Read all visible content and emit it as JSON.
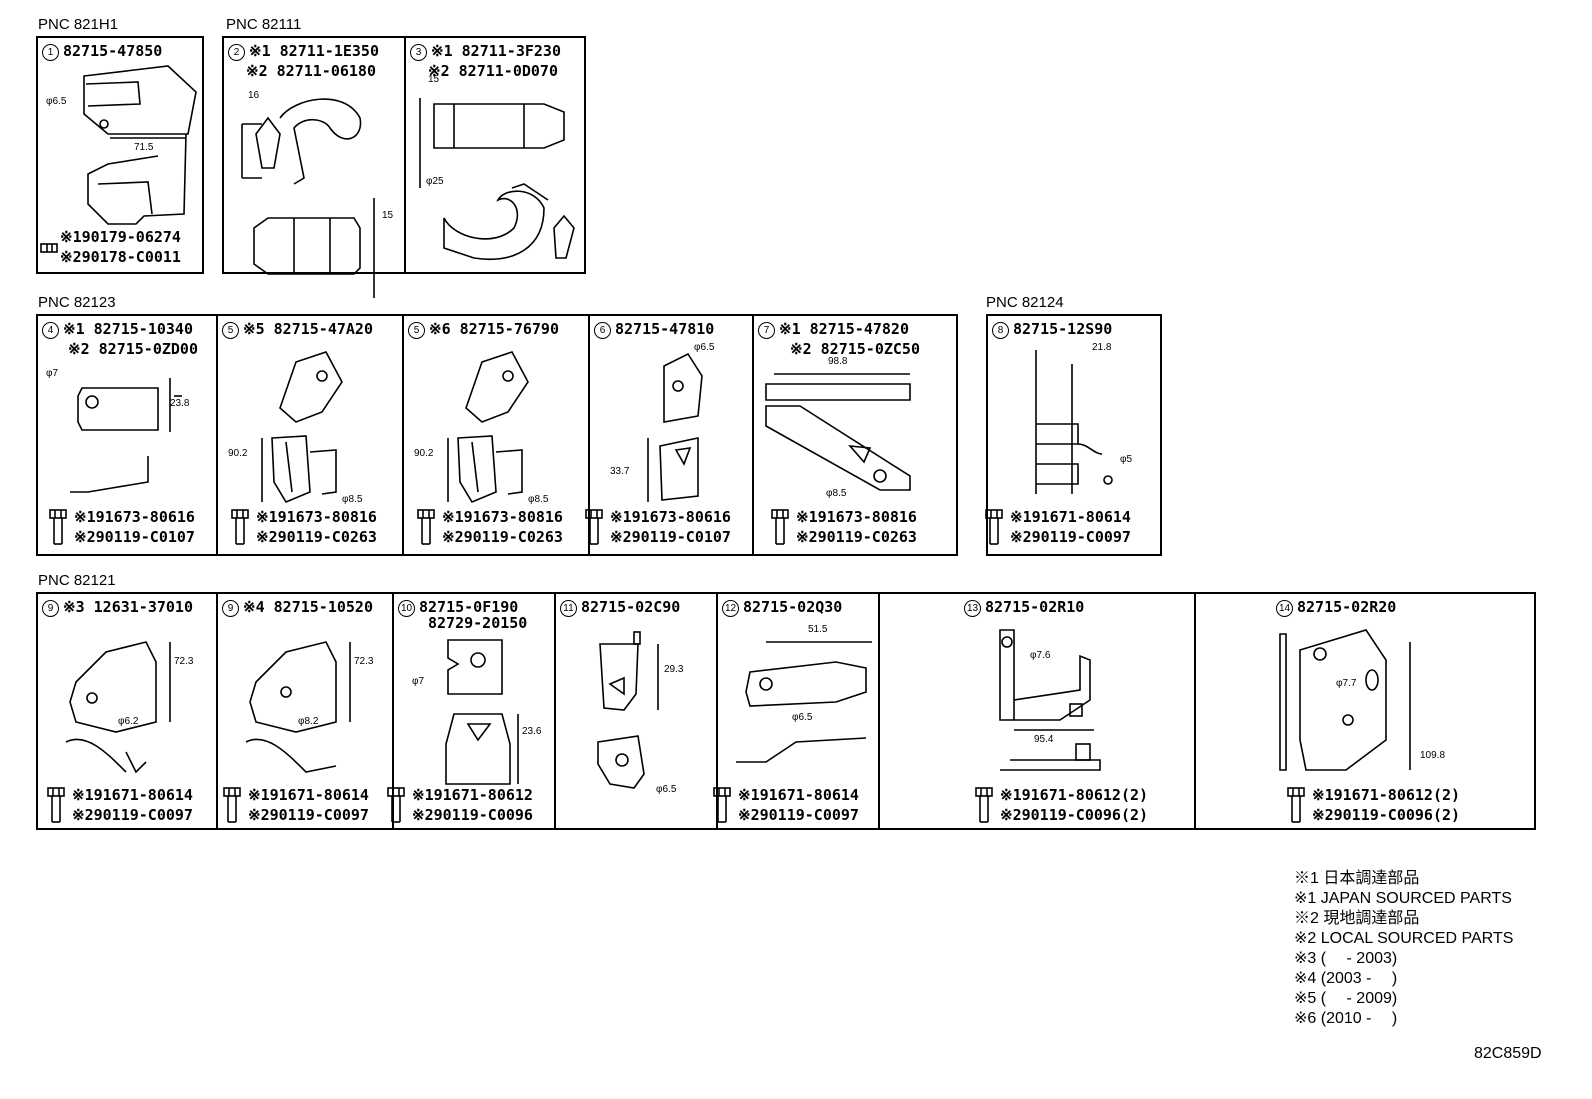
{
  "rows": {
    "pnc_821H1": "PNC 821H1",
    "pnc_82111": "PNC 82111",
    "pnc_82123": "PNC 82123",
    "pnc_82124": "PNC 82124",
    "pnc_82121": "PNC 82121"
  },
  "cells": {
    "c1": {
      "num": "1",
      "p1": "82715-47850",
      "f1": "※190179-06274",
      "f2": "※290178-C0011",
      "d1": "φ6.5",
      "d2": "71.5"
    },
    "c2": {
      "num": "2",
      "p1": "※1 82711-1E350",
      "p2": "※2 82711-06180",
      "d1": "16",
      "d2": "15"
    },
    "c3": {
      "num": "3",
      "p1": "※1 82711-3F230",
      "p2": "※2 82711-0D070",
      "d1": "15",
      "d2": "φ25"
    },
    "c4": {
      "num": "4",
      "p1": "※1 82715-10340",
      "p2": "※2 82715-0ZD00",
      "f1": "※191673-80616",
      "f2": "※290119-C0107",
      "d1": "φ7",
      "d2": "23.8"
    },
    "c5a": {
      "num": "5",
      "p1": "※5 82715-47A20",
      "f1": "※191673-80816",
      "f2": "※290119-C0263",
      "d1": "90.2",
      "d2": "φ8.5"
    },
    "c5b": {
      "num": "5",
      "p1": "※6 82715-76790",
      "f1": "※191673-80816",
      "f2": "※290119-C0263",
      "d1": "90.2",
      "d2": "φ8.5"
    },
    "c6": {
      "num": "6",
      "p1": "82715-47810",
      "f1": "※191673-80616",
      "f2": "※290119-C0107",
      "d1": "φ6.5",
      "d2": "33.7"
    },
    "c7": {
      "num": "7",
      "p1": "※1 82715-47820",
      "p2": "※2 82715-0ZC50",
      "f1": "※191673-80816",
      "f2": "※290119-C0263",
      "d1": "98.8",
      "d2": "φ8.5"
    },
    "c8": {
      "num": "8",
      "p1": "82715-12S90",
      "f1": "※191671-80614",
      "f2": "※290119-C0097",
      "d1": "21.8",
      "d2": "φ5"
    },
    "c9a": {
      "num": "9",
      "p1": "※3 12631-37010",
      "f1": "※191671-80614",
      "f2": "※290119-C0097",
      "d1": "72.3",
      "d2": "φ6.2"
    },
    "c9b": {
      "num": "9",
      "p1": "※4 82715-10520",
      "f1": "※191671-80614",
      "f2": "※290119-C0097",
      "d1": "72.3",
      "d2": "φ8.2"
    },
    "c10": {
      "num": "10",
      "p1": "82715-0F190",
      "p2": "82729-20150",
      "f1": "※191671-80612",
      "f2": "※290119-C0096",
      "d1": "φ7",
      "d2": "23.6"
    },
    "c11": {
      "num": "11",
      "p1": "82715-02C90",
      "d1": "29.3",
      "d2": "φ6.5"
    },
    "c12": {
      "num": "12",
      "p1": "82715-02Q30",
      "f1": "※191671-80614",
      "f2": "※290119-C0097",
      "d1": "51.5",
      "d2": "φ6.5"
    },
    "c13": {
      "num": "13",
      "p1": "82715-02R10",
      "f1": "※191671-80612(2)",
      "f2": "※290119-C0096(2)",
      "d1": "φ7.6",
      "d2": "95.4"
    },
    "c14": {
      "num": "14",
      "p1": "82715-02R20",
      "f1": "※191671-80612(2)",
      "f2": "※290119-C0096(2)",
      "d1": "φ7.7",
      "d2": "109.8"
    }
  },
  "legend": [
    "※1 日本調達部品",
    "※1 JAPAN SOURCED PARTS",
    "※2 現地調達部品",
    "※2 LOCAL SOURCED PARTS",
    "※3 (　 - 2003)",
    "※4 (2003 -　 )",
    "※5 (　 - 2009)",
    "※6 (2010 -　 )"
  ],
  "illustration_code": "82C859D"
}
